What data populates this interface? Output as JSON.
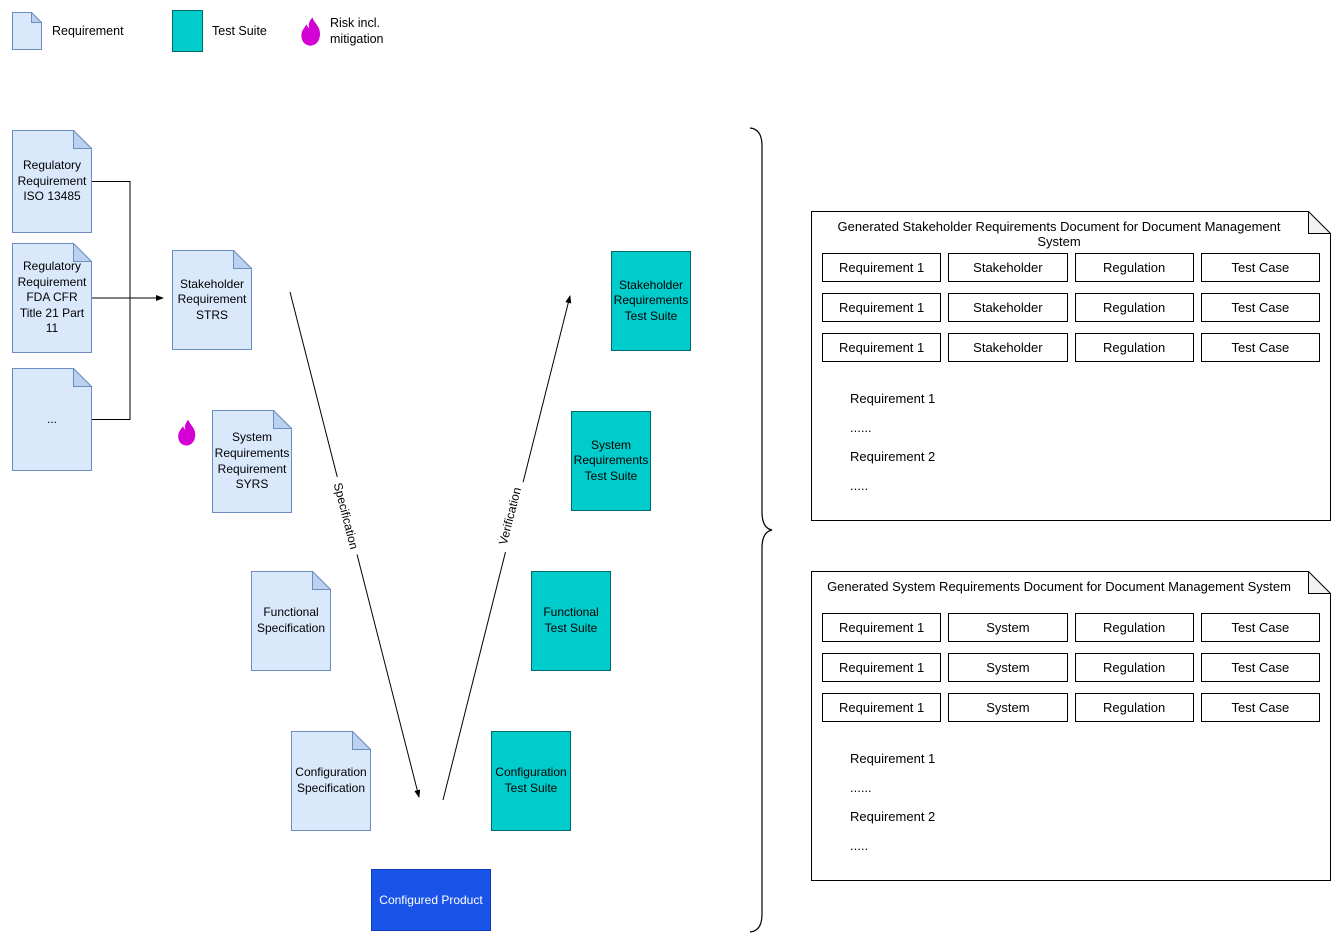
{
  "legend": {
    "requirement_label": "Requirement",
    "test_suite_label": "Test Suite",
    "risk_label": "Risk incl. mitigation"
  },
  "documents": {
    "reg_iso": "Regulatory Requirement ISO 13485",
    "reg_fda": "Regulatory Requirement FDA CFR Title 21 Part 11",
    "reg_more": "...",
    "strs": "Stakeholder Requirement STRS",
    "syrs": "System Requirements Requirement SYRS",
    "functional_spec": "Functional Specification",
    "config_spec": "Configuration Specification"
  },
  "test_suites": {
    "stakeholder": "Stakeholder Requirements Test Suite",
    "system": "System Requirements Test Suite",
    "functional": "Functional Test Suite",
    "configuration": "Configuration Test Suite"
  },
  "product": {
    "label": "Configured Product"
  },
  "edges": {
    "specification_label": "Specification",
    "verification_label": "Verification"
  },
  "panels": [
    {
      "title": "Generated Stakeholder Requirements Document for Document Management System",
      "rows": [
        [
          "Requirement 1",
          "Stakeholder",
          "Regulation",
          "Test Case"
        ],
        [
          "Requirement 1",
          "Stakeholder",
          "Regulation",
          "Test Case"
        ],
        [
          "Requirement 1",
          "Stakeholder",
          "Regulation",
          "Test Case"
        ]
      ],
      "body_lines": [
        "Requirement 1",
        "......",
        "Requirement 2",
        "....."
      ]
    },
    {
      "title": "Generated System Requirements Document for Document Management System",
      "rows": [
        [
          "Requirement 1",
          "System",
          "Regulation",
          "Test Case"
        ],
        [
          "Requirement 1",
          "System",
          "Regulation",
          "Test Case"
        ],
        [
          "Requirement 1",
          "System",
          "Regulation",
          "Test Case"
        ]
      ],
      "body_lines": [
        "Requirement 1",
        "......",
        "Requirement 2",
        "....."
      ]
    }
  ],
  "colors": {
    "document_fill": "#dae8fc",
    "document_fold": "#bcd1ef",
    "document_border": "#6c8ebf",
    "test_suite_fill": "#00cccc",
    "test_suite_border": "#006666",
    "product_fill": "#1a53e8",
    "product_border": "#0b3dbd",
    "risk_color": "#d400d4"
  }
}
